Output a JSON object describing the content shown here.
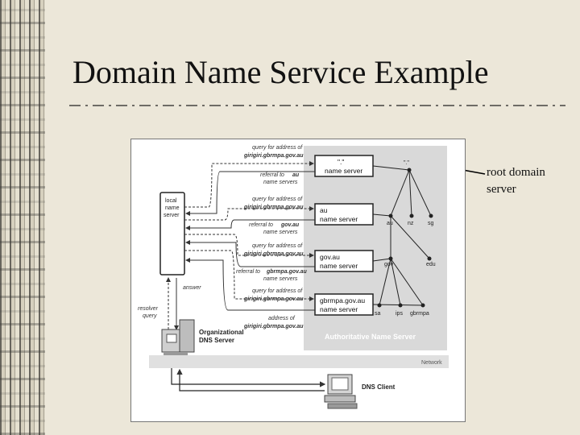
{
  "slide": {
    "title": "Domain Name Service Example",
    "callout": "root domain server"
  },
  "diagram": {
    "local_server_lines": [
      "local",
      "name",
      "server"
    ],
    "resolver_lines": [
      "resolver",
      "query"
    ],
    "answer": "answer",
    "org_server_lines": [
      "Organizational",
      "DNS Server"
    ],
    "authoritative_label": "Authoritative Name Server",
    "network_label": "Network",
    "dns_client": "DNS Client",
    "servers": [
      {
        "name": "\".\"",
        "sub": "name server"
      },
      {
        "name": "au",
        "sub": "name server"
      },
      {
        "name": "gov.au",
        "sub": "name server"
      },
      {
        "name": "gbrmpa.gov.au",
        "sub": "name server"
      }
    ],
    "messages": [
      {
        "bold": "query for address of",
        "rest": "girigiri.gbrmpa.gov.au"
      },
      {
        "bold": "referral to",
        "rest": "au",
        "tail": "name servers"
      },
      {
        "bold": "query for address of",
        "rest": "girigiri.gbrmpa.gov.au"
      },
      {
        "bold": "referral to",
        "rest": "gov.au",
        "tail": "name servers"
      },
      {
        "bold": "query for address of",
        "rest": "girigiri.gbrmpa.gov.au"
      },
      {
        "bold": "referral to",
        "rest": "gbrmpa.gov.au",
        "tail": "name servers"
      },
      {
        "bold": "query for address of",
        "rest": "girigiri.gbrmpa.gov.au"
      },
      {
        "bold": "address of",
        "rest": "girigiri.gbrmpa.gov.au"
      }
    ],
    "tree": {
      "root": "\".\"",
      "level1": [
        "au",
        "nz",
        "sg"
      ],
      "level2": [
        "gov",
        "edu"
      ],
      "level3": [
        "sa",
        "ips",
        "gbrmpa"
      ]
    }
  }
}
